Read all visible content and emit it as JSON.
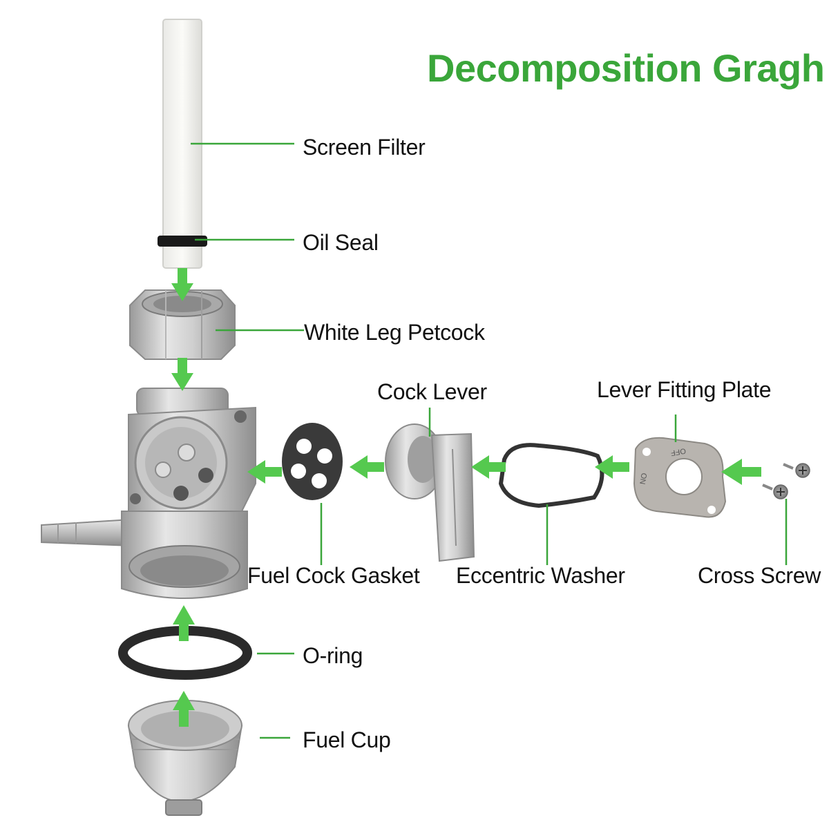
{
  "title": "Decomposition Gragh",
  "labels": {
    "screen_filter": "Screen Filter",
    "oil_seal": "Oil Seal",
    "white_leg_petcock": "White Leg Petcock",
    "cock_lever": "Cock Lever",
    "lever_fitting_plate": "Lever Fitting Plate",
    "fuel_cock_gasket": "Fuel Cock Gasket",
    "eccentric_washer": "Eccentric Washer",
    "cross_screw": "Cross Screw",
    "o_ring": "O-ring",
    "fuel_cup": "Fuel Cup"
  },
  "plate_markings": {
    "top": "OFF",
    "bottom": "ON"
  },
  "colors": {
    "accent": "#3aa63a",
    "leader_line": "#3aa63a",
    "arrow": "#55c94f",
    "metal": "#c9c9c9",
    "gasket": "#3a3a3a"
  }
}
